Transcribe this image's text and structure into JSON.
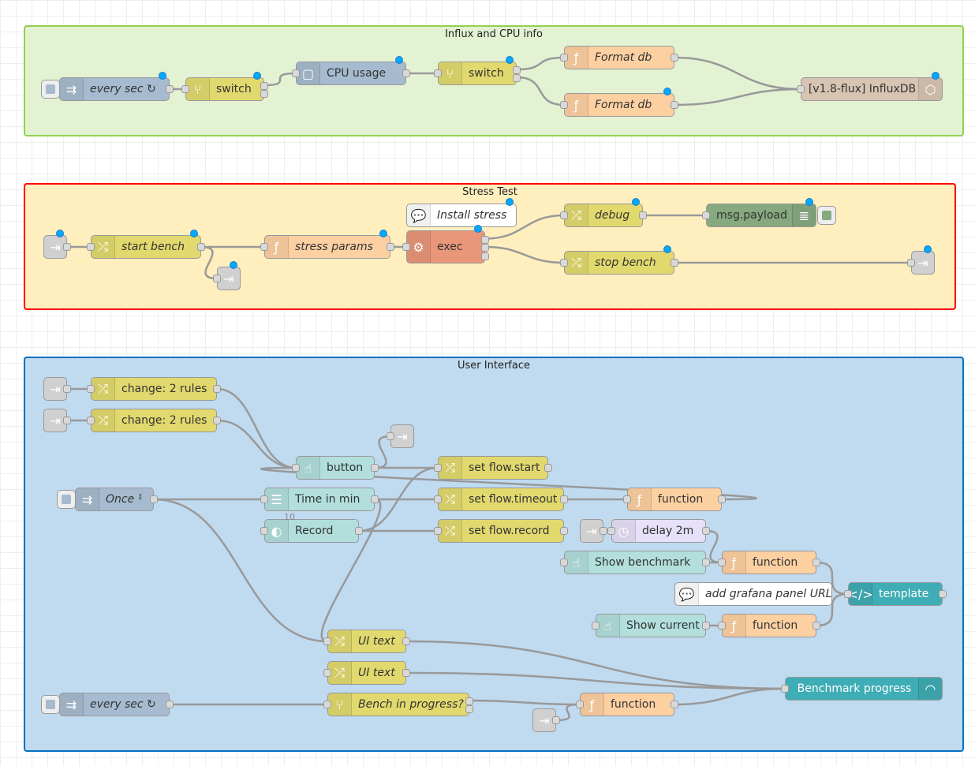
{
  "groups": [
    {
      "id": "g1",
      "label": "Influx and CPU info",
      "bg": "#e3f2d2",
      "border": "#92d04f"
    },
    {
      "id": "g2",
      "label": "Stress Test",
      "bg": "#ffefbe",
      "border": "#ff0000"
    },
    {
      "id": "g3",
      "label": "User Interface",
      "bg": "#c0daf0",
      "border": "#0070c0"
    }
  ],
  "nodes": [
    {
      "id": "n1",
      "label": "every sec ↻",
      "italic": true,
      "color": "#a6bbcf",
      "icon": "⇉",
      "inputs": 0,
      "outputs": 1,
      "dot": true,
      "button": true
    },
    {
      "id": "n2",
      "label": "switch",
      "italic": false,
      "color": "#e2d96e",
      "icon": "⑂",
      "inputs": 1,
      "outputs": 2,
      "dot": true
    },
    {
      "id": "n3",
      "label": "CPU usage",
      "italic": false,
      "color": "#a6bbcf",
      "icon": "▢",
      "inputs": 1,
      "outputs": 1,
      "dot": true
    },
    {
      "id": "n4",
      "label": "switch",
      "italic": false,
      "color": "#e2d96e",
      "icon": "⑂",
      "inputs": 1,
      "outputs": 2,
      "dot": true
    },
    {
      "id": "n5",
      "label": "Format db",
      "italic": true,
      "color": "#fdd0a2",
      "icon": "ƒ",
      "inputs": 1,
      "outputs": 1
    },
    {
      "id": "n6",
      "label": "Format db",
      "italic": true,
      "color": "#fdd0a2",
      "icon": "ƒ",
      "inputs": 1,
      "outputs": 1,
      "dot": true
    },
    {
      "id": "n7",
      "label": "[v1.8-flux] InfluxDB",
      "italic": false,
      "color": "#d8c4b2",
      "icon": "⬡",
      "iconRight": true,
      "inputs": 1,
      "outputs": 0,
      "dot": true
    },
    {
      "id": "n8",
      "label": "",
      "color": "#dddddd",
      "icon": "⇥",
      "inputs": 0,
      "outputs": 1,
      "dot": true,
      "small": true
    },
    {
      "id": "n9",
      "label": "start bench",
      "italic": true,
      "color": "#e2d96e",
      "icon": "⤮",
      "inputs": 1,
      "outputs": 1,
      "dot": true
    },
    {
      "id": "n10",
      "label": "",
      "color": "#dddddd",
      "icon": "⇥",
      "inputs": 1,
      "outputs": 0,
      "dot": true,
      "small": true
    },
    {
      "id": "n11",
      "label": "stress params",
      "italic": true,
      "color": "#fdd0a2",
      "icon": "ƒ",
      "inputs": 1,
      "outputs": 1,
      "dot": true
    },
    {
      "id": "n12",
      "label": "Install stress",
      "italic": true,
      "color": "#ffffff",
      "icon": "💬",
      "inputs": 0,
      "outputs": 0,
      "dot": true
    },
    {
      "id": "n13",
      "label": "exec",
      "italic": false,
      "color": "#e9967a",
      "icon": "⚙",
      "inputs": 1,
      "outputs": 3,
      "dot": true
    },
    {
      "id": "n14",
      "label": "debug",
      "italic": true,
      "color": "#e2d96e",
      "icon": "⤮",
      "inputs": 1,
      "outputs": 1,
      "dot": true
    },
    {
      "id": "n15",
      "label": "msg.payload",
      "italic": false,
      "color": "#87a980",
      "icon": "≣",
      "iconRight": true,
      "inputs": 1,
      "outputs": 0,
      "dot": true,
      "toggle": true
    },
    {
      "id": "n16",
      "label": "stop bench",
      "italic": true,
      "color": "#e2d96e",
      "icon": "⤮",
      "inputs": 1,
      "outputs": 1,
      "dot": true
    },
    {
      "id": "n17",
      "label": "",
      "color": "#dddddd",
      "icon": "⇥",
      "inputs": 1,
      "outputs": 0,
      "dot": true,
      "small": true
    },
    {
      "id": "n18",
      "label": "",
      "color": "#dddddd",
      "icon": "⇥",
      "inputs": 0,
      "outputs": 1,
      "small": true
    },
    {
      "id": "n19",
      "label": "change: 2 rules",
      "italic": false,
      "color": "#e2d96e",
      "icon": "⤮",
      "inputs": 1,
      "outputs": 1
    },
    {
      "id": "n20",
      "label": "",
      "color": "#dddddd",
      "icon": "⇥",
      "inputs": 0,
      "outputs": 1,
      "small": true
    },
    {
      "id": "n21",
      "label": "change: 2 rules",
      "italic": false,
      "color": "#e2d96e",
      "icon": "⤮",
      "inputs": 1,
      "outputs": 1
    },
    {
      "id": "n22",
      "label": "",
      "color": "#dddddd",
      "icon": "⇥",
      "inputs": 1,
      "outputs": 0,
      "small": true
    },
    {
      "id": "n23",
      "label": "button",
      "italic": false,
      "color": "#b2dfdb",
      "icon": "☝",
      "inputs": 1,
      "outputs": 1
    },
    {
      "id": "n24",
      "label": "set flow.start",
      "italic": false,
      "color": "#e2d96e",
      "icon": "⤮",
      "inputs": 1,
      "outputs": 1
    },
    {
      "id": "n25",
      "label": "Once ¹",
      "italic": true,
      "color": "#a6bbcf",
      "icon": "⇉",
      "inputs": 0,
      "outputs": 1,
      "button": true
    },
    {
      "id": "n26",
      "label": "Time in min",
      "italic": false,
      "color": "#b2dfdb",
      "icon": "☰",
      "inputs": 1,
      "outputs": 1
    },
    {
      "id": "n27",
      "label": "set flow.timeout",
      "italic": false,
      "color": "#e2d96e",
      "icon": "⤮",
      "inputs": 1,
      "outputs": 1
    },
    {
      "id": "n28",
      "label": "function",
      "italic": false,
      "color": "#fdd0a2",
      "icon": "ƒ",
      "inputs": 1,
      "outputs": 1
    },
    {
      "id": "n29",
      "label": "Record",
      "italic": false,
      "color": "#b2dfdb",
      "icon": "◐",
      "inputs": 1,
      "outputs": 1,
      "status": "10"
    },
    {
      "id": "n30",
      "label": "set flow.record",
      "italic": false,
      "color": "#e2d96e",
      "icon": "⤮",
      "inputs": 1,
      "outputs": 1
    },
    {
      "id": "n31",
      "label": "",
      "color": "#dddddd",
      "icon": "⇥",
      "inputs": 0,
      "outputs": 1,
      "small": true
    },
    {
      "id": "n32",
      "label": "delay 2m",
      "italic": false,
      "color": "#e6e0f8",
      "icon": "◷",
      "inputs": 1,
      "outputs": 1
    },
    {
      "id": "n33",
      "label": "Show benchmark",
      "italic": false,
      "color": "#b2dfdb",
      "icon": "☝",
      "inputs": 1,
      "outputs": 1
    },
    {
      "id": "n34",
      "label": "function",
      "italic": false,
      "color": "#fdd0a2",
      "icon": "ƒ",
      "inputs": 1,
      "outputs": 1
    },
    {
      "id": "n35",
      "label": "add grafana panel URL",
      "italic": true,
      "color": "#ffffff",
      "icon": "💬",
      "inputs": 0,
      "outputs": 0
    },
    {
      "id": "n36",
      "label": "template",
      "italic": false,
      "color": "#3fadb5",
      "icon": "</>",
      "inputs": 1,
      "outputs": 1
    },
    {
      "id": "n37",
      "label": "Show current",
      "italic": false,
      "color": "#b2dfdb",
      "icon": "☝",
      "inputs": 1,
      "outputs": 1
    },
    {
      "id": "n38",
      "label": "function",
      "italic": false,
      "color": "#fdd0a2",
      "icon": "ƒ",
      "inputs": 1,
      "outputs": 1
    },
    {
      "id": "n39",
      "label": "UI text",
      "italic": true,
      "color": "#e2d96e",
      "icon": "⤮",
      "inputs": 1,
      "outputs": 1
    },
    {
      "id": "n40",
      "label": "UI text",
      "italic": true,
      "color": "#e2d96e",
      "icon": "⤮",
      "inputs": 1,
      "outputs": 1
    },
    {
      "id": "n41",
      "label": "Benchmark progress",
      "italic": false,
      "color": "#3fadb5",
      "icon": "◠",
      "iconRight": true,
      "inputs": 1,
      "outputs": 0
    },
    {
      "id": "n42",
      "label": "every sec ↻",
      "italic": true,
      "color": "#a6bbcf",
      "icon": "⇉",
      "inputs": 0,
      "outputs": 1,
      "button": true
    },
    {
      "id": "n43",
      "label": "Bench in progress?",
      "italic": true,
      "color": "#e2d96e",
      "icon": "⑂",
      "inputs": 1,
      "outputs": 2
    },
    {
      "id": "n44",
      "label": "function",
      "italic": false,
      "color": "#fdd0a2",
      "icon": "ƒ",
      "inputs": 1,
      "outputs": 1
    },
    {
      "id": "n45",
      "label": "",
      "color": "#dddddd",
      "icon": "⇥",
      "inputs": 0,
      "outputs": 1,
      "small": true
    }
  ],
  "wires": [
    [
      "n1",
      0,
      "n2"
    ],
    [
      "n2",
      0,
      "n3"
    ],
    [
      "n3",
      0,
      "n4"
    ],
    [
      "n4",
      0,
      "n5"
    ],
    [
      "n4",
      1,
      "n6"
    ],
    [
      "n5",
      0,
      "n7"
    ],
    [
      "n6",
      0,
      "n7"
    ],
    [
      "n8",
      0,
      "n9"
    ],
    [
      "n9",
      0,
      "n11"
    ],
    [
      "n9",
      0,
      "n10"
    ],
    [
      "n11",
      0,
      "n13"
    ],
    [
      "n13",
      0,
      "n14"
    ],
    [
      "n13",
      1,
      "n16"
    ],
    [
      "n14",
      0,
      "n15"
    ],
    [
      "n16",
      0,
      "n17"
    ],
    [
      "n18",
      0,
      "n19"
    ],
    [
      "n20",
      0,
      "n21"
    ],
    [
      "n19",
      0,
      "n23"
    ],
    [
      "n21",
      0,
      "n23"
    ],
    [
      "n23",
      0,
      "n22"
    ],
    [
      "n23",
      0,
      "n24"
    ],
    [
      "n25",
      0,
      "n26"
    ],
    [
      "n25",
      0,
      "n39"
    ],
    [
      "n26",
      0,
      "n27"
    ],
    [
      "n26",
      0,
      "n39"
    ],
    [
      "n27",
      0,
      "n28"
    ],
    [
      "n28",
      0,
      "n23"
    ],
    [
      "n29",
      0,
      "n30"
    ],
    [
      "n29",
      0,
      "n24"
    ],
    [
      "n31",
      0,
      "n32"
    ],
    [
      "n32",
      0,
      "n34"
    ],
    [
      "n33",
      0,
      "n34"
    ],
    [
      "n34",
      0,
      "n36"
    ],
    [
      "n37",
      0,
      "n38"
    ],
    [
      "n38",
      0,
      "n36"
    ],
    [
      "n39",
      0,
      "n41"
    ],
    [
      "n40",
      0,
      "n41"
    ],
    [
      "n42",
      0,
      "n43"
    ],
    [
      "n43",
      0,
      "n44"
    ],
    [
      "n44",
      0,
      "n41"
    ],
    [
      "n45",
      0,
      "n44"
    ]
  ]
}
